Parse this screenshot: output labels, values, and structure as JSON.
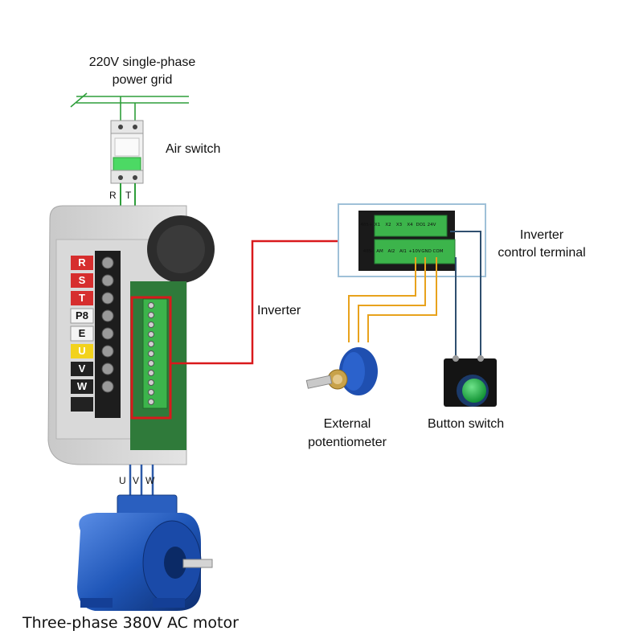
{
  "labels": {
    "power_grid_line1": "220V single-phase",
    "power_grid_line2": "power grid",
    "air_switch": "Air switch",
    "rt_r": "R",
    "rt_t": "T",
    "inverter": "Inverter",
    "control_terminal_line1": "Inverter",
    "control_terminal_line2": "control terminal",
    "potentiometer_line1": "External",
    "potentiometer_line2": "potentiometer",
    "button_switch": "Button switch",
    "uvw_u": "U",
    "uvw_v": "V",
    "uvw_w": "W",
    "motor": "Three-phase 380V AC motor"
  },
  "inverter_terminals": [
    "R",
    "S",
    "T",
    "P8",
    "E",
    "U",
    "V",
    "W"
  ],
  "control_top_row": [
    "485+",
    "X1",
    "X2",
    "X3",
    "X4",
    "DO1",
    "24V"
  ],
  "control_bottom_row": [
    "485-",
    "AM",
    "AI2",
    "AI1",
    "+10V",
    "GND",
    "COM"
  ],
  "colors": {
    "grid_wire": "#2e9e3a",
    "signal_wire": "#d9191c",
    "pot_wire": "#e8a21c",
    "button_wire": "#2f4f6f",
    "motor_wire": "#2d5aa8",
    "terminal_green": "#3cb44b",
    "motor_blue": "#1f56b8"
  }
}
